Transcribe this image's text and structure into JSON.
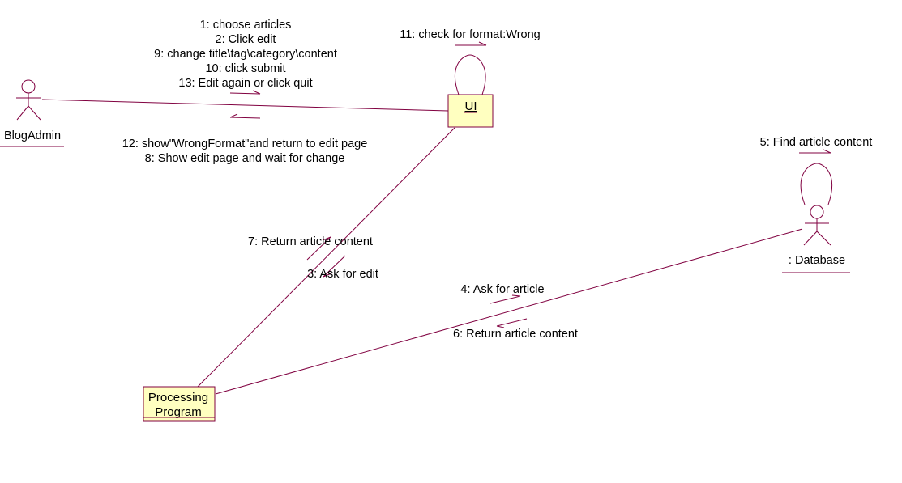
{
  "colors": {
    "line": "#800040",
    "object_fill": "#ffffc0",
    "text": "#000000",
    "background": "#ffffff"
  },
  "actors": {
    "blog_admin": "BlogAdmin",
    "database": ": Database"
  },
  "objects": {
    "ui": "UI",
    "processing_line1": "Processing",
    "processing_line2": "Program"
  },
  "messages": {
    "admin_to_ui": [
      "1: choose articles",
      "2: Click edit",
      "9: change title\\tag\\category\\content",
      "10: click submit",
      "13: Edit again or click quit"
    ],
    "ui_to_admin": [
      "12: show\"WrongFormat\"and return to edit page",
      "8: Show edit page and wait for change"
    ],
    "ui_self": "11: check for format:Wrong",
    "db_self": "5: Find article content",
    "proc_to_ui": "7: Return article content",
    "ui_to_proc": "3: Ask for edit",
    "proc_to_db": "4: Ask for article",
    "db_to_proc": "6: Return article content"
  }
}
